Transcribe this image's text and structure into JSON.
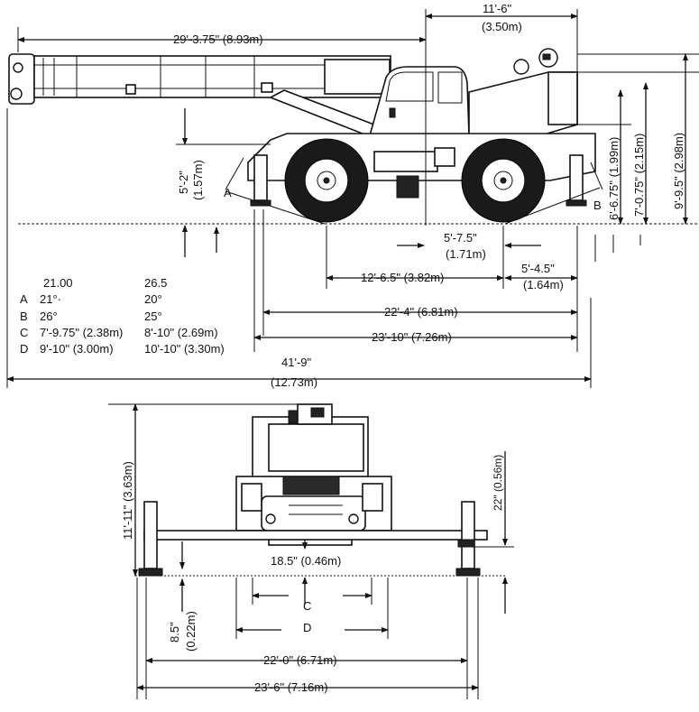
{
  "side_view": {
    "dims": {
      "boom_len": "29'-3.75\" (8.93m)",
      "cab_width_ft": "11'-6\"",
      "cab_width_m": "(3.50m)",
      "height_total": "9'-9.5\" (2.98m)",
      "height_mid": "7'-0.75\" (2.15m)",
      "height_cab": "6'-6.75\" (1.99m)",
      "outrigger_rise_ft": "5'-2\"",
      "outrigger_rise_m": "(1.57m)",
      "axle_offset_ft": "5'-7.5\"",
      "axle_offset_m": "(1.71m)",
      "wheelbase": "12'-6.5\" (3.82m)",
      "rear_over_ft": "5'-4.5\"",
      "rear_over_m": "(1.64m)",
      "outrigger_span": "22'-4\" (6.81m)",
      "outrigger_span2": "23'-10\" (7.26m)",
      "overall_ft": "41'-9\"",
      "overall_m": "(12.73m)"
    },
    "label_a": "A",
    "label_b": "B"
  },
  "table": {
    "header": [
      "",
      "21.00",
      "26.5"
    ],
    "rows": [
      [
        "A",
        "21°·",
        "20°"
      ],
      [
        "B",
        "26°",
        "25°"
      ],
      [
        "C",
        "7'-9.75\" (2.38m)",
        "8'-10\" (2.69m)"
      ],
      [
        "D",
        "9'-10\" (3.00m)",
        "10'-10\" (3.30m)"
      ]
    ]
  },
  "front_view": {
    "dims": {
      "height": "11'-11\" (3.63m)",
      "outrigger_height": "22\" (0.56m)",
      "clearance": "18.5\" (0.46m)",
      "pad_height_in": "8.5\"",
      "pad_height_m": "(0.22m)",
      "span_inner": "22'-0\" (6.71m)",
      "span_outer": "23'-6\" (7.16m)"
    },
    "label_c": "C",
    "label_d": "D"
  }
}
